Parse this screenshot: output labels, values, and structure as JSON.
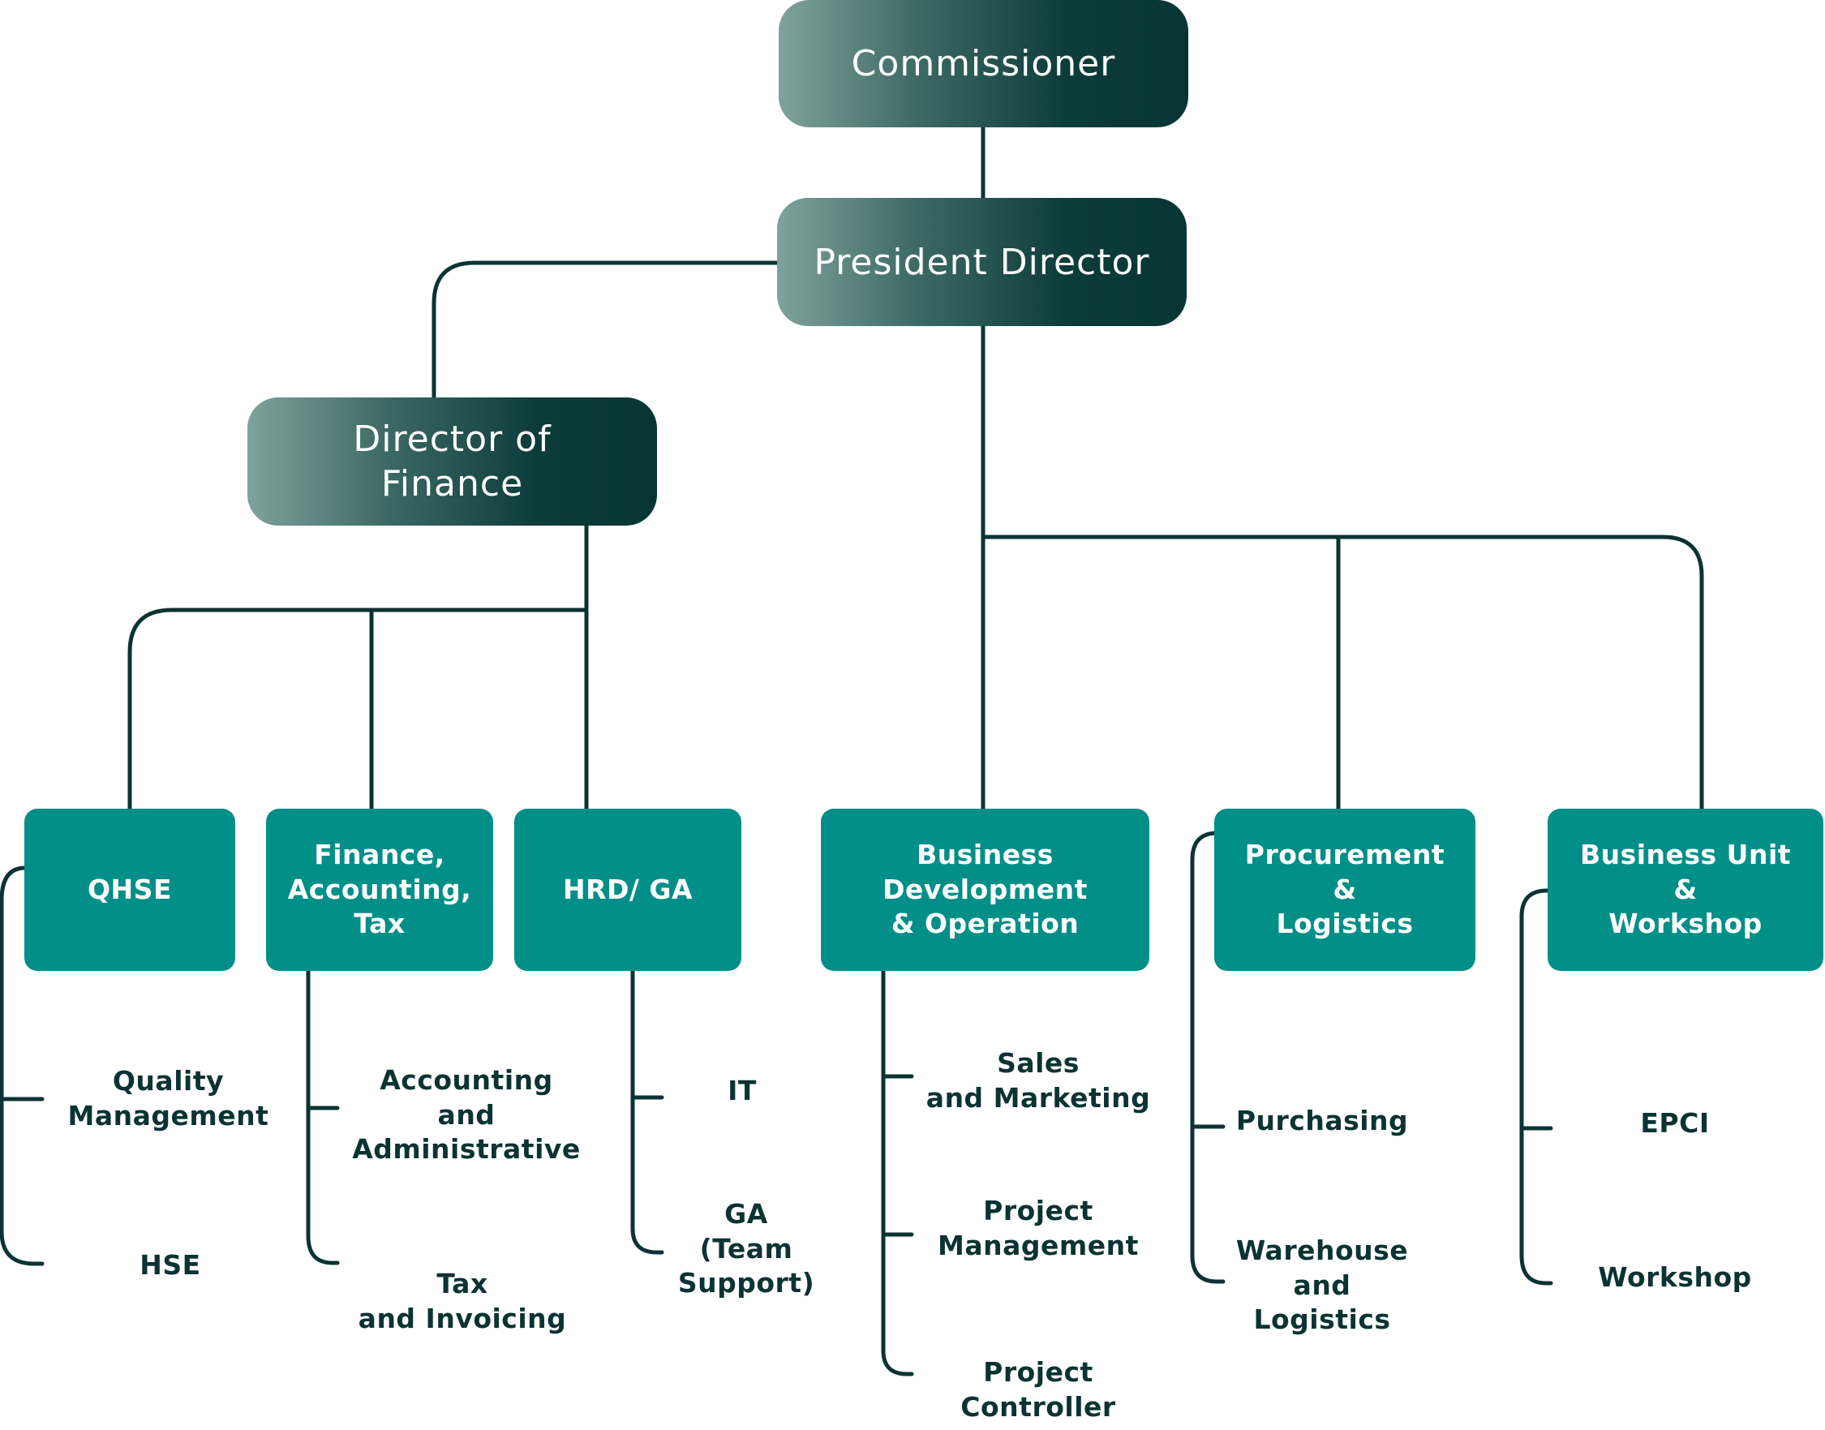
{
  "colors": {
    "line": "#0c3333",
    "dept": "#028f88",
    "exec_dark": "#063534",
    "exec_light": "#7fa29c",
    "text": "#0c3333"
  },
  "executives": {
    "commissioner": "Commissioner",
    "president_director": "President Director",
    "director_finance": "Director of\nFinance"
  },
  "departments": {
    "qhse": {
      "title": "QHSE",
      "units": [
        "Quality\nManagement",
        "HSE"
      ]
    },
    "finance": {
      "title": "Finance,\nAccounting,\nTax",
      "units": [
        "Accounting\nand\nAdministrative",
        "Tax\nand Invoicing"
      ]
    },
    "hrd": {
      "title": "HRD/ GA",
      "units": [
        "IT",
        "GA\n(Team\nSupport)"
      ]
    },
    "bizdev": {
      "title": "Business\nDevelopment\n& Operation",
      "units": [
        "Sales\nand Marketing",
        "Project\nManagement",
        "Project\nController"
      ]
    },
    "procurement": {
      "title": "Procurement\n&\nLogistics",
      "units": [
        "Purchasing",
        "Warehouse\nand\nLogistics"
      ]
    },
    "bu": {
      "title": "Business Unit\n&\nWorkshop",
      "units": [
        "EPCI",
        "Workshop"
      ]
    }
  }
}
